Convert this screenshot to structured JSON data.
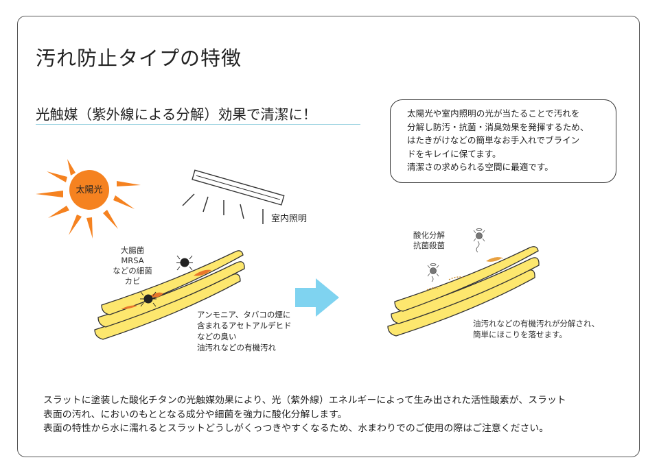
{
  "page": {
    "title": "汚れ防止タイプの特徴",
    "subtitle": "光触媒（紫外線による分解）効果で清潔に！"
  },
  "callout": {
    "lines": [
      "太陽光や室内照明の光が当たることで汚れを",
      "分解し防汚・抗菌・消臭効果を発揮するため、",
      "はたきがけなどの簡単なお手入れでブライン",
      "ドをキレイに保てます。",
      "清潔さの求められる空間に最適です。"
    ]
  },
  "diagram": {
    "sun_label": "太陽光",
    "lamp_label": "室内照明",
    "bacteria_label": [
      "大腸菌",
      "MRSA",
      "などの細菌",
      "カビ"
    ],
    "odor_label": [
      "アンモニア、タバコの煙に",
      "含まれるアセトアルデヒド",
      "などの臭い",
      "油汚れなどの有機汚れ"
    ],
    "result_top_label": [
      "酸化分解",
      "抗菌殺菌"
    ],
    "result_bottom_label": [
      "油汚れなどの有機汚れが分解され、",
      "簡単にほこりを落せます。"
    ],
    "colors": {
      "sun": "#f58220",
      "sun_rays": "#f58220",
      "slat": "#fde76e",
      "slat_outline": "#333333",
      "stain": "#e8762b",
      "arrow": "#7fd3f0",
      "rule": "#9fd4e2"
    }
  },
  "description": {
    "lines": [
      "スラットに塗装した酸化チタンの光触媒効果により、光（紫外線）エネルギーによって生み出された活性酸素が、スラット",
      "表面の汚れ、においのもととなる成分や細菌を強力に酸化分解します。",
      "表面の特性から水に濡れるとスラットどうしがくっつきやすくなるため、水まわりでのご使用の際はご注意ください。"
    ]
  }
}
